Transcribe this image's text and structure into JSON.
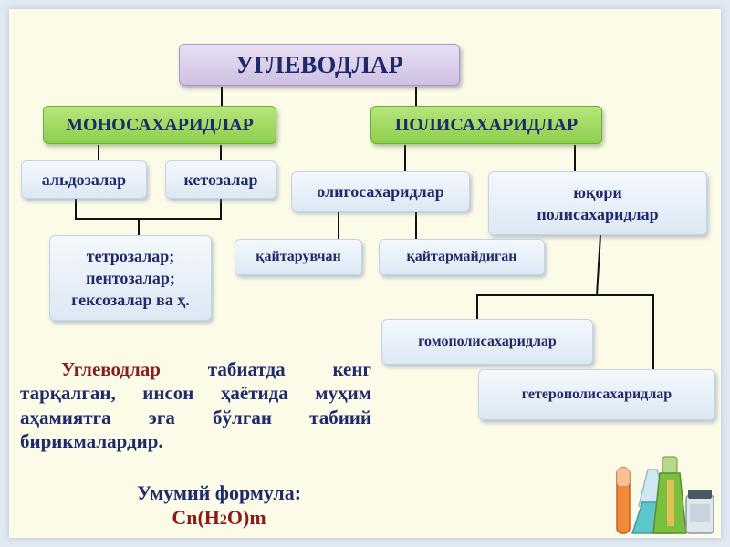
{
  "diagram": {
    "root": "УГЛЕВОДЛАР",
    "mono": "МОНОСАХАРИДЛАР",
    "poly": "ПОЛИСАХАРИДЛАР",
    "aldo": "альдозалар",
    "keto": "кетозалар",
    "mono_types_line1": "тетрозалар;",
    "mono_types_line2": "пентозалар;",
    "mono_types_line3": "гексозалар ва ҳ.",
    "oligo": "олигосахаридлар",
    "high_poly_line1": "юқори",
    "high_poly_line2": "полисахаридлар",
    "reducing": "қайтарувчан",
    "nonreducing": "қайтармайдиган",
    "homo": "гомополисахаридлар",
    "hetero": "гетерополисахаридлар"
  },
  "text": {
    "highlight": "Углеводлар",
    "paragraph_rest": " табиатда кенг тарқалган, инсон ҳаётида муҳим аҳамиятга эга бўлган табиий бирикмалардир.",
    "formula_label": "Умумий формула:",
    "formula_a": "Cn(H",
    "formula_sub": "2",
    "formula_b": "O)m"
  },
  "colors": {
    "text_blue": "#1f2a6b",
    "highlight_red": "#8b1c1c",
    "green_box": "#8fcf4e",
    "purple_box": "#cfc0e3",
    "blue_box": "#dde8f4",
    "slide_bg": "#fbfbe8"
  },
  "decoration": {
    "icon": "lab-glassware-icon"
  }
}
